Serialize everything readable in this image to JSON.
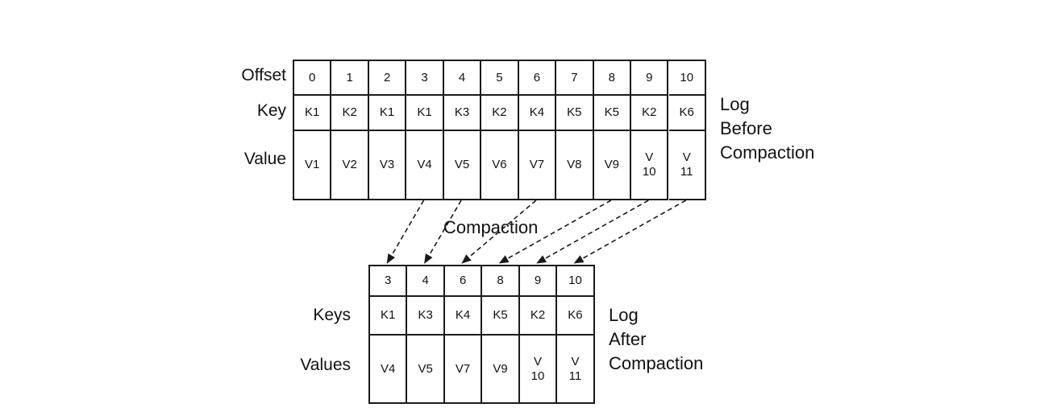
{
  "before": {
    "row_labels": {
      "offset": "Offset",
      "key": "Key",
      "value": "Value"
    },
    "offsets": [
      "0",
      "1",
      "2",
      "3",
      "4",
      "5",
      "6",
      "7",
      "8",
      "9",
      "10"
    ],
    "keys": [
      "K1",
      "K2",
      "K1",
      "K1",
      "K3",
      "K2",
      "K4",
      "K5",
      "K5",
      "K2",
      "K6"
    ],
    "values": [
      "V1",
      "V2",
      "V3",
      "V4",
      "V5",
      "V6",
      "V7",
      "V8",
      "V9",
      "V\n10",
      "V\n11"
    ],
    "caption": "Log\nBefore\nCompaction"
  },
  "after": {
    "row_labels": {
      "key": "Keys",
      "value": "Values"
    },
    "offsets": [
      "3",
      "4",
      "6",
      "8",
      "9",
      "10"
    ],
    "keys": [
      "K1",
      "K3",
      "K4",
      "K5",
      "K2",
      "K6"
    ],
    "values": [
      "V4",
      "V5",
      "V7",
      "V9",
      "V\n10",
      "V\n11"
    ],
    "caption": "Log\nAfter\nCompaction"
  },
  "compaction_label": "Compaction",
  "colors": {
    "line": "#1a1a1a",
    "background": "#ffffff"
  }
}
